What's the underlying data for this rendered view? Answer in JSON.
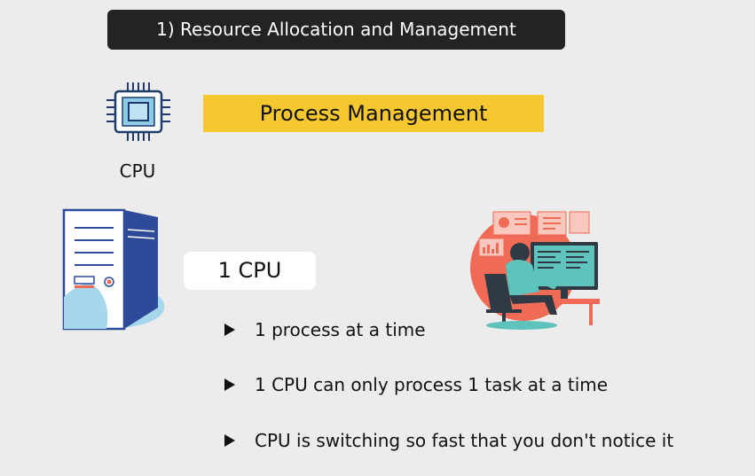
{
  "slide": {
    "title": "1) Resource Allocation and Management",
    "cpu_label": "CPU",
    "banner": "Process Management",
    "cpu_count": "1 CPU",
    "bullets": [
      "1 process at a time",
      "1 CPU can only process 1 task at a time",
      "CPU is switching so fast that you don't notice it"
    ]
  },
  "icons": {
    "cpu": "cpu-chip-icon",
    "server": "server-tower-illustration",
    "developer": "developer-at-computer-illustration",
    "bullet": "triangle-right-icon"
  },
  "colors": {
    "background": "#ececec",
    "title_bar": "#232323",
    "banner": "#f6c830",
    "server_blue": "#2e4a9a",
    "accent_coral": "#ef6b55",
    "accent_teal": "#5fc3bd"
  }
}
